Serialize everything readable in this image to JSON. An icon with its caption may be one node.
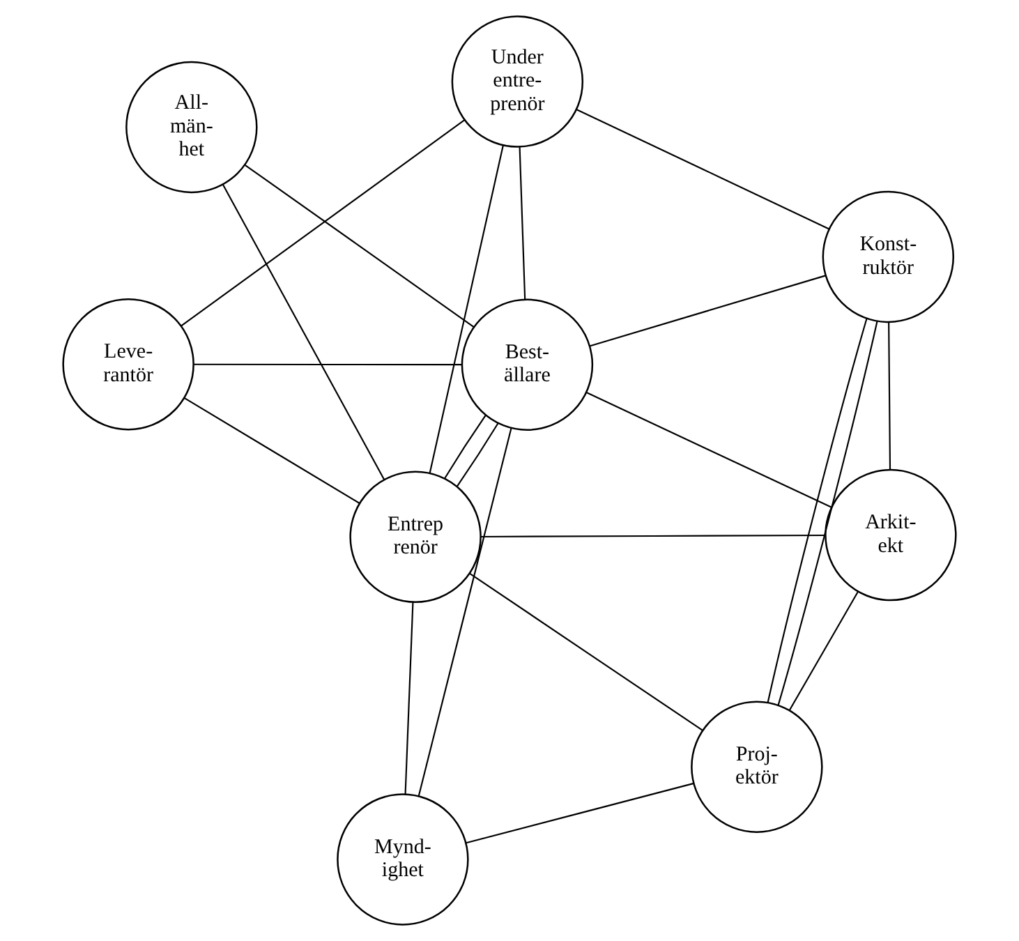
{
  "diagram": {
    "nodes": [
      {
        "text": [
          "Best- ällare"
        ]
      },
      {
        "text": [
          "Arkit- ekt"
        ]
      },
      {
        "text": [
          "Konst- ruktör"
        ]
      },
      {
        "text": [
          "All- män- het"
        ]
      },
      {
        "text": [
          "Under entre- prenör"
        ]
      },
      {
        "text": [
          "Entrep renör"
        ]
      },
      {
        "text": [
          "Mynd- ighet"
        ]
      },
      {
        "text": [
          "Proj- ektör"
        ]
      },
      {
        "text": [
          "Leve- rantör"
        ]
      }
    ],
    "edges": [
      {
        "from": 0,
        "to": 1,
        "arrow": "none"
      },
      {
        "from": 0,
        "to": 2,
        "arrow": "none"
      },
      {
        "from": 0,
        "to": 8,
        "arrow": "none"
      },
      {
        "from": 0,
        "to": 4,
        "arrow": "none"
      },
      {
        "from": 0,
        "to": 6,
        "arrow": "none"
      },
      {
        "from": 0,
        "to": 3,
        "arrow": "none"
      },
      {
        "from": 0,
        "to": 5,
        "arrow": "none"
      },
      {
        "from": 0,
        "to": 5,
        "arrow": "none"
      },
      {
        "from": 1,
        "to": 2,
        "arrow": "none"
      },
      {
        "from": 1,
        "to": 5,
        "arrow": "none"
      },
      {
        "from": 1,
        "to": 7,
        "arrow": "none"
      },
      {
        "from": 2,
        "to": 4,
        "arrow": "none"
      },
      {
        "from": 2,
        "to": 7,
        "arrow": "none"
      },
      {
        "from": 2,
        "to": 7,
        "arrow": "none"
      },
      {
        "from": 3,
        "to": 5,
        "arrow": "none"
      },
      {
        "from": 4,
        "to": 8,
        "arrow": "none"
      },
      {
        "from": 4,
        "to": 5,
        "arrow": "none"
      },
      {
        "from": 5,
        "to": 6,
        "arrow": "none"
      },
      {
        "from": 5,
        "to": 7,
        "arrow": "none"
      },
      {
        "from": 5,
        "to": 8,
        "arrow": "none"
      },
      {
        "from": 6,
        "to": 7,
        "arrow": "none"
      }
    ]
  }
}
